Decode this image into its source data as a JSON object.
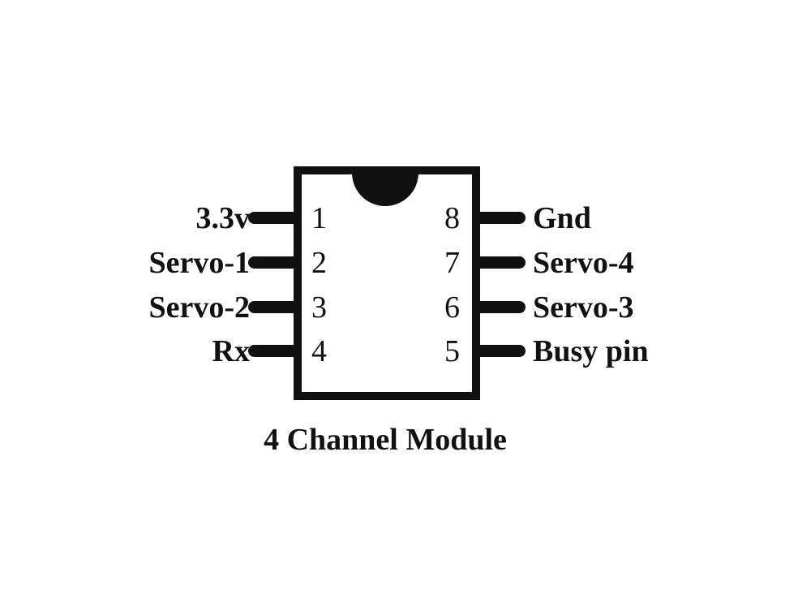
{
  "diagram": {
    "title": "4 Channel Module",
    "left_pins": [
      {
        "number": "1",
        "label": "3.3v"
      },
      {
        "number": "2",
        "label": "Servo-1"
      },
      {
        "number": "3",
        "label": "Servo-2"
      },
      {
        "number": "4",
        "label": "Rx"
      }
    ],
    "right_pins": [
      {
        "number": "8",
        "label": "Gnd"
      },
      {
        "number": "7",
        "label": "Servo-4"
      },
      {
        "number": "6",
        "label": "Servo-3"
      },
      {
        "number": "5",
        "label": "Busy pin"
      }
    ]
  }
}
